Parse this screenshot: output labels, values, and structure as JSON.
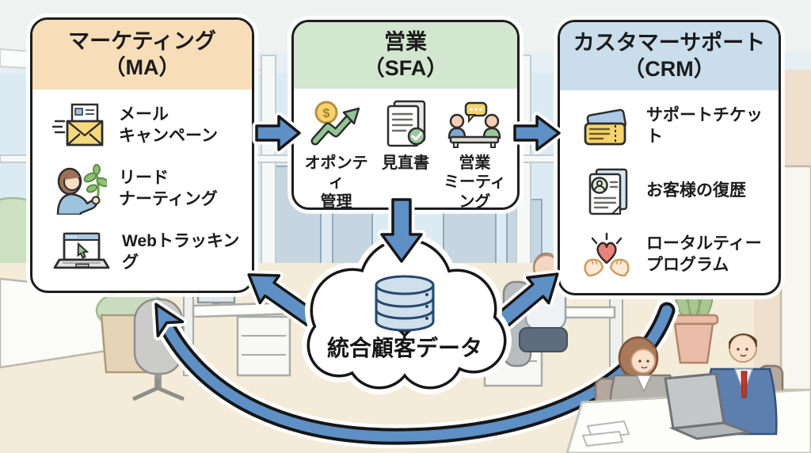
{
  "diagram": {
    "panels": [
      {
        "id": "marketing",
        "title": "マーケティング\n（MA）",
        "items": [
          {
            "icon": "email-campaign-icon",
            "label": "メール\nキャンペーン"
          },
          {
            "icon": "lead-nurturing-icon",
            "label": "リード\nナーティング"
          },
          {
            "icon": "web-tracking-icon",
            "label": "Webトラッキング"
          }
        ]
      },
      {
        "id": "sales",
        "title": "営業\n（SFA）",
        "items": [
          {
            "icon": "opportunity-management-icon",
            "label": "オポンティ\n管理"
          },
          {
            "icon": "quotation-document-icon",
            "label": "見直書"
          },
          {
            "icon": "sales-meeting-icon",
            "label": "営業\nミーティング"
          }
        ]
      },
      {
        "id": "customer-support",
        "title": "カスタマーサポート\n（CRM）",
        "items": [
          {
            "icon": "support-ticket-icon",
            "label": "サポートチケット"
          },
          {
            "icon": "customer-history-icon",
            "label": "お客様の復歴"
          },
          {
            "icon": "loyalty-program-icon",
            "label": "ロータルティー\nプログラム"
          }
        ]
      }
    ],
    "cloud": {
      "icon": "database-icon",
      "label": "統合顧客データ"
    },
    "icon_glyphs": {
      "dollar": "$"
    },
    "colors": {
      "marketing_header": "#f8ddb9",
      "sales_header": "#d3e6d0",
      "crm_header": "#c9ddeb",
      "arrow_blue": "#5e90c6",
      "outline": "#161616"
    }
  }
}
